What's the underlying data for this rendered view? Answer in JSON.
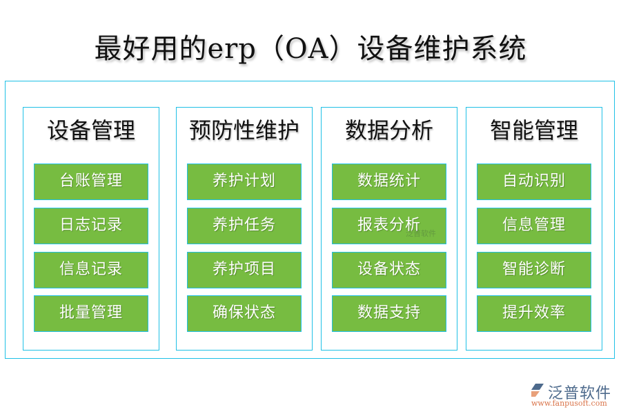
{
  "title": "最好用的erp（OA）设备维护系统",
  "colors": {
    "border": "#1ec0e6",
    "item_bg": "#77bc41",
    "item_text": "#ffffff",
    "title_text": "#111111"
  },
  "columns": [
    {
      "title": "设备管理",
      "items": [
        "台账管理",
        "日志记录",
        "信息记录",
        "批量管理"
      ]
    },
    {
      "title": "预防性维护",
      "items": [
        "养护计划",
        "养护任务",
        "养护项目",
        "确保状态"
      ]
    },
    {
      "title": "数据分析",
      "items": [
        "数据统计",
        "报表分析",
        "设备状态",
        "数据支持"
      ]
    },
    {
      "title": "智能管理",
      "items": [
        "自动识别",
        "信息管理",
        "智能诊断",
        "提升效率"
      ]
    }
  ],
  "watermark": "泛普软件",
  "logo": {
    "name": "泛普软件",
    "url": "www.fanpusoft.com",
    "icon": "fanpu-logo-icon"
  }
}
